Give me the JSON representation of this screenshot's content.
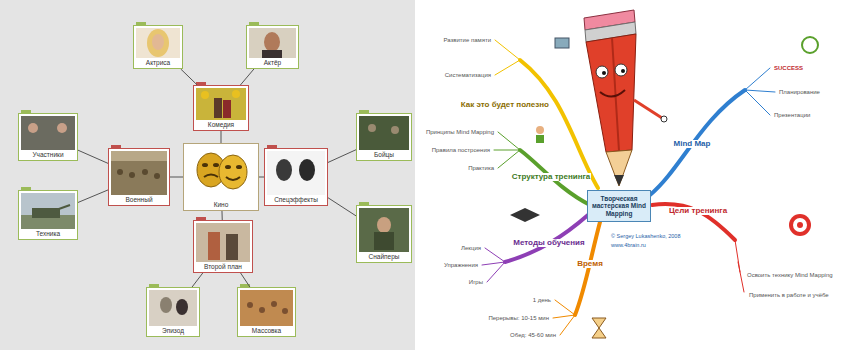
{
  "diagram": {
    "nodes": [
      {
        "text": [
          "Кино"
        ]
      },
      {
        "text": [
          "Комедия"
        ]
      },
      {
        "text": [
          "Актриса"
        ]
      },
      {
        "text": [
          "Актёр"
        ]
      },
      {
        "text": [
          "Военный"
        ]
      },
      {
        "text": [
          "Участники"
        ]
      },
      {
        "text": [
          "Техника"
        ]
      },
      {
        "text": [
          "Спецэффекты"
        ]
      },
      {
        "text": [
          "Бойцы"
        ]
      },
      {
        "text": [
          "Снайперы"
        ]
      },
      {
        "text": [
          "Второй план"
        ]
      },
      {
        "text": [
          "Эпизод"
        ]
      },
      {
        "text": [
          "Массовка"
        ]
      },
      {
        "text": [
          "Творческая мастерская Mind Mapping"
        ]
      }
    ],
    "edges": [
      {
        "from": 0,
        "to": 1,
        "arrow": "none"
      },
      {
        "from": 1,
        "to": 2,
        "arrow": "none"
      },
      {
        "from": 1,
        "to": 3,
        "arrow": "none"
      },
      {
        "from": 0,
        "to": 4,
        "arrow": "none"
      },
      {
        "from": 4,
        "to": 5,
        "arrow": "none"
      },
      {
        "from": 4,
        "to": 6,
        "arrow": "none"
      },
      {
        "from": 0,
        "to": 7,
        "arrow": "none"
      },
      {
        "from": 7,
        "to": 8,
        "arrow": "none"
      },
      {
        "from": 7,
        "to": 9,
        "arrow": "none"
      },
      {
        "from": 0,
        "to": 10,
        "arrow": "none"
      },
      {
        "from": 10,
        "to": 11,
        "arrow": "none"
      },
      {
        "from": 10,
        "to": 12,
        "arrow": "none"
      }
    ],
    "labels": [
      "Как это будет полезно",
      "Развитие памяти",
      "Систематизация",
      "Структура тренинга",
      "Принципы Mind Mapping",
      "Правила построения",
      "Практика",
      "Методы обучения",
      "Лекция",
      "Упражнения",
      "Игры",
      "Время",
      "1 день",
      "Перерывы: 10-15 мин",
      "Обед: 45-60 мин",
      "Цели тренинга",
      "Освоить технику Mind Mapping",
      "Применить в работе и учёбе",
      "Mind Map",
      "SUCCESS",
      "Планирование",
      "Презентации",
      "© Sergey Lukashenko, 2008",
      "www.4brain.ru"
    ]
  }
}
